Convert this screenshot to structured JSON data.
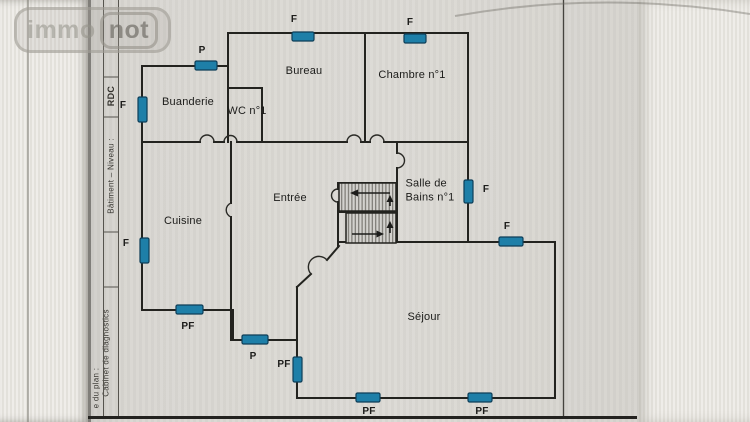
{
  "watermark": {
    "immo": "immo",
    "not": "not"
  },
  "sidebar": {
    "level_value": "RDC",
    "level_label": "Bâtiment – Niveau :",
    "cabinet_label": "Cabinet de diagnostics",
    "plan_label": "e du plan :"
  },
  "rooms": {
    "buanderie": "Buanderie",
    "wc1": "WC n°1",
    "bureau": "Bureau",
    "chambre1": "Chambre n°1",
    "entree": "Entrée",
    "cuisine": "Cuisine",
    "sdb1": "Salle de\nBains n°1",
    "sejour": "Séjour"
  },
  "openings": {
    "p_buanderie_top": "P",
    "f_bureau_top": "F",
    "f_chambre_top": "F",
    "f_buanderie_left": "F",
    "f_cuisine_left": "F",
    "pf_cuisine_bottom": "PF",
    "p_entree_bottom": "P",
    "pf_sejour_left": "PF",
    "f_sdb_right": "F",
    "f_sejour_top": "F",
    "pf_sejour_bottom_1": "PF",
    "pf_sejour_bottom_2": "PF"
  },
  "colors": {
    "window_fill": "#1e7fa8",
    "window_border": "#0e3e58",
    "wall": "#23231f",
    "paper": "#d8d6d1",
    "label": "#1c1c1a"
  }
}
